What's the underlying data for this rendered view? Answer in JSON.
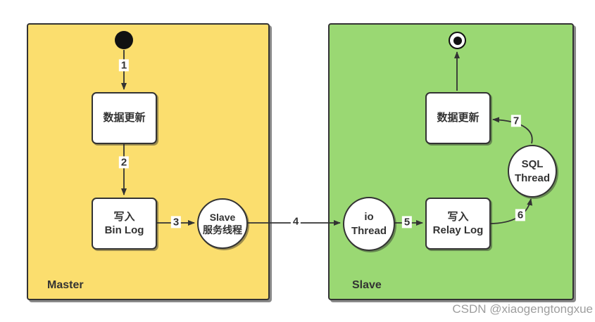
{
  "watermark": "CSDN @xiaogengtongxue",
  "colors": {
    "master_bg": "#FBDE6E",
    "slave_bg": "#9AD873",
    "stroke": "#333333",
    "node_bg": "#FFFFFF"
  },
  "master": {
    "title": "Master",
    "data_update": "数据更新",
    "bin_log": {
      "line1": "写入",
      "line2": "Bin Log"
    },
    "slave_thread": {
      "line1": "Slave",
      "line2": "服务线程"
    }
  },
  "slave": {
    "title": "Slave",
    "io_thread": {
      "line1": "io",
      "line2": "Thread"
    },
    "relay_log": {
      "line1": "写入",
      "line2": "Relay Log"
    },
    "sql_thread": {
      "line1": "SQL",
      "line2": "Thread"
    },
    "data_update": "数据更新"
  },
  "edges": {
    "e1": "1",
    "e2": "2",
    "e3": "3",
    "e4": "4",
    "e5": "5",
    "e6": "6",
    "e7": "7"
  }
}
